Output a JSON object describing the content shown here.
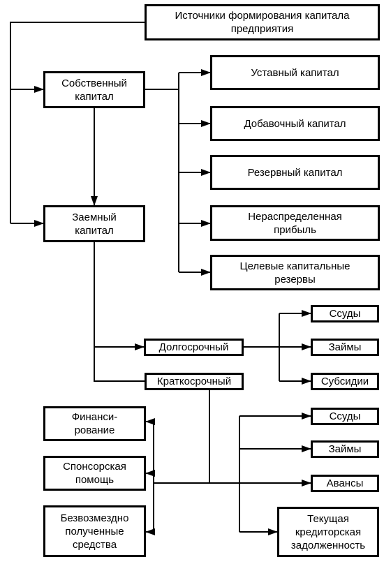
{
  "colors": {
    "line": "#000000",
    "box_fill": "#ffffff",
    "text": "#000000"
  },
  "nodes": {
    "sources": "Источники формирования капитала\nпредприятия",
    "equity": "Собственный\nкапитал",
    "borrowed": "Заемный\nкапитал",
    "charter": "Уставный капитал",
    "additional": "Добавочный капитал",
    "reserve": "Резервный капитал",
    "retained": "Нераспределенная\nприбыль",
    "target_reserves": "Целевые капитальные\nрезервы",
    "long_term": "Долгосрочный",
    "short_term": "Краткосрочный",
    "lt_loans_ssudy": "Ссуды",
    "lt_loans_zaimy": "Займы",
    "lt_subsidies": "Субсидии",
    "financing": "Финанси-\nрование",
    "sponsor": "Спонсорская\nпомощь",
    "gratuitous": "Безвозмездно\nполученные\nсредства",
    "st_loans_ssudy": "Ссуды",
    "st_loans_zaimy": "Займы",
    "advances": "Авансы",
    "payables": "Текущая\nкредиторская\nзадолженность"
  }
}
